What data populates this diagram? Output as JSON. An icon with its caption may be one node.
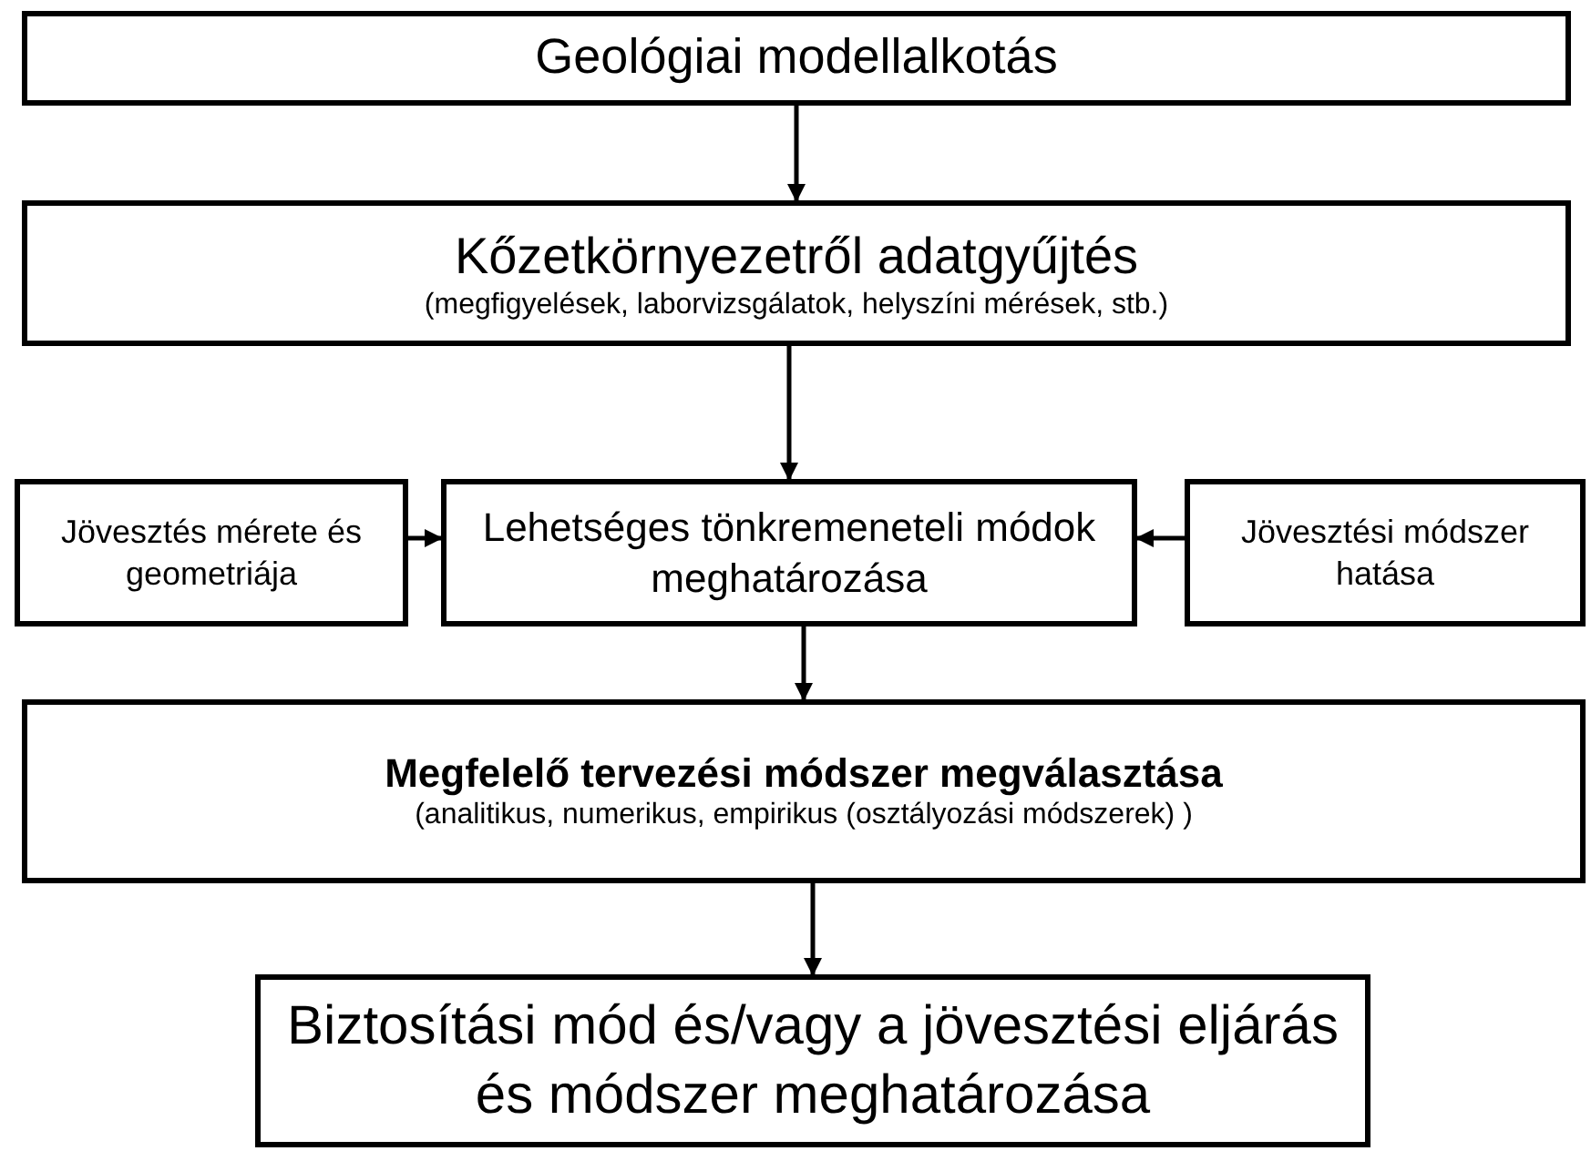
{
  "diagram": {
    "nodes": [
      {
        "text": [
          "Geológiai modellalkotás"
        ]
      },
      {
        "text": [
          "Kőzetkörnyezetről adatgyűjtés",
          "(megfigyelések, laborvizsgálatok, helyszíni mérések, stb.)"
        ]
      },
      {
        "text": [
          "Jövesztés mérete és geometriája"
        ]
      },
      {
        "text": [
          "Lehetséges tönkremeneteli módok meghatározása"
        ]
      },
      {
        "text": [
          "Jövesztési módszer hatása"
        ]
      },
      {
        "text": [
          "Megfelelő tervezési módszer megválasztása",
          "(analitikus, numerikus, empirikus (osztályozási módszerek) )"
        ]
      },
      {
        "text": [
          "Biztosítási mód és/vagy a jövesztési eljárás és módszer meghatározása"
        ]
      }
    ],
    "edges": [
      {
        "from": 0,
        "to": 1,
        "arrow": "to"
      },
      {
        "from": 1,
        "to": 3,
        "arrow": "to"
      },
      {
        "from": 2,
        "to": 3,
        "arrow": "to"
      },
      {
        "from": 4,
        "to": 3,
        "arrow": "to"
      },
      {
        "from": 3,
        "to": 5,
        "arrow": "to"
      },
      {
        "from": 5,
        "to": 6,
        "arrow": "to"
      }
    ]
  }
}
